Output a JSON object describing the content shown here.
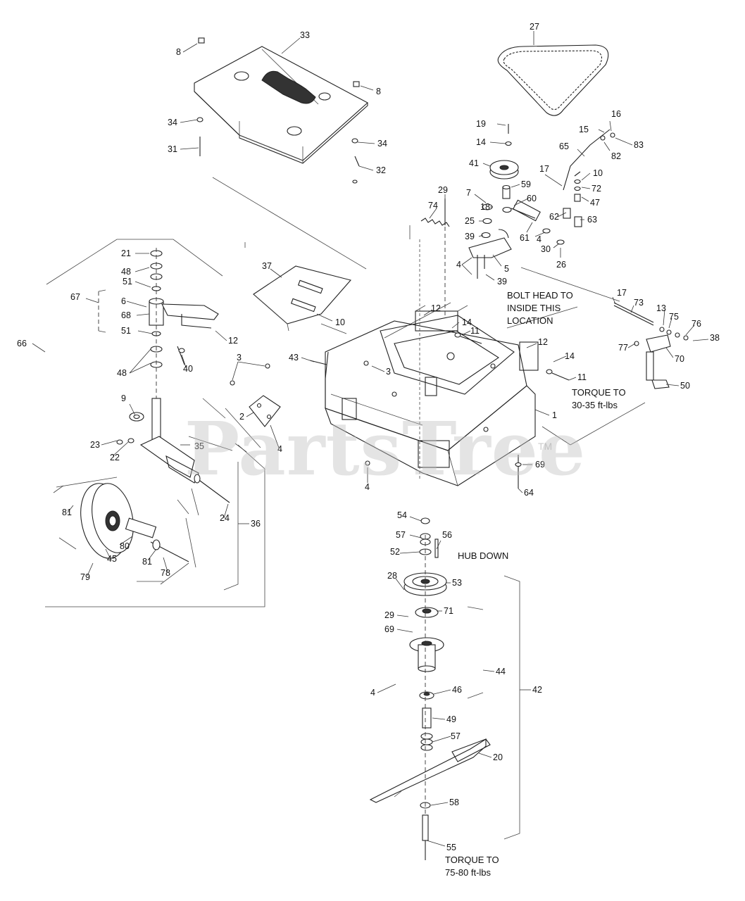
{
  "watermark": {
    "text": "PartsTree",
    "trademark": "TM"
  },
  "colors": {
    "line": "#222222",
    "text": "#111111",
    "watermark": "#bebebe"
  },
  "notes": {
    "bolt_head_line1": "BOLT HEAD TO",
    "bolt_head_line2": "INSIDE THIS",
    "bolt_head_line3": "LOCATION",
    "torque_deck_line1": "TORQUE TO",
    "torque_deck_line2": "30-35 ft-lbs",
    "hub_down": "HUB DOWN",
    "torque_blade_line1": "TORQUE TO",
    "torque_blade_line2": "75-80 ft-lbs"
  },
  "callouts": [
    {
      "id": "c-8a",
      "text": "8"
    },
    {
      "id": "c-33",
      "text": "33"
    },
    {
      "id": "c-8b",
      "text": "8"
    },
    {
      "id": "c-34a",
      "text": "34"
    },
    {
      "id": "c-31",
      "text": "31"
    },
    {
      "id": "c-34b",
      "text": "34"
    },
    {
      "id": "c-32",
      "text": "32"
    },
    {
      "id": "c-27",
      "text": "27"
    },
    {
      "id": "c-16",
      "text": "16"
    },
    {
      "id": "c-15",
      "text": "15"
    },
    {
      "id": "c-83",
      "text": "83"
    },
    {
      "id": "c-82",
      "text": "82"
    },
    {
      "id": "c-19",
      "text": "19"
    },
    {
      "id": "c-14a",
      "text": "14"
    },
    {
      "id": "c-65",
      "text": "65"
    },
    {
      "id": "c-41",
      "text": "41"
    },
    {
      "id": "c-17a",
      "text": "17"
    },
    {
      "id": "c-10a",
      "text": "10"
    },
    {
      "id": "c-72",
      "text": "72"
    },
    {
      "id": "c-29a",
      "text": "29"
    },
    {
      "id": "c-7",
      "text": "7"
    },
    {
      "id": "c-59",
      "text": "59"
    },
    {
      "id": "c-18",
      "text": "18"
    },
    {
      "id": "c-60",
      "text": "60"
    },
    {
      "id": "c-47",
      "text": "47"
    },
    {
      "id": "c-74",
      "text": "74"
    },
    {
      "id": "c-25",
      "text": "25"
    },
    {
      "id": "c-62",
      "text": "62"
    },
    {
      "id": "c-63",
      "text": "63"
    },
    {
      "id": "c-39a",
      "text": "39"
    },
    {
      "id": "c-61",
      "text": "61"
    },
    {
      "id": "c-4a",
      "text": "4"
    },
    {
      "id": "c-30",
      "text": "30"
    },
    {
      "id": "c-26",
      "text": "26"
    },
    {
      "id": "c-4b",
      "text": "4"
    },
    {
      "id": "c-5",
      "text": "5"
    },
    {
      "id": "c-39b",
      "text": "39"
    },
    {
      "id": "c-21",
      "text": "21"
    },
    {
      "id": "c-48a",
      "text": "48"
    },
    {
      "id": "c-51a",
      "text": "51"
    },
    {
      "id": "c-37",
      "text": "37"
    },
    {
      "id": "c-67",
      "text": "67"
    },
    {
      "id": "c-6",
      "text": "6"
    },
    {
      "id": "c-68",
      "text": "68"
    },
    {
      "id": "c-10b",
      "text": "10"
    },
    {
      "id": "c-17b",
      "text": "17"
    },
    {
      "id": "c-73",
      "text": "73"
    },
    {
      "id": "c-12a",
      "text": "12"
    },
    {
      "id": "c-14b",
      "text": "14"
    },
    {
      "id": "c-11a",
      "text": "11"
    },
    {
      "id": "c-13",
      "text": "13"
    },
    {
      "id": "c-75",
      "text": "75"
    },
    {
      "id": "c-76",
      "text": "76"
    },
    {
      "id": "c-38",
      "text": "38"
    },
    {
      "id": "c-51b",
      "text": "51"
    },
    {
      "id": "c-12b",
      "text": "12"
    },
    {
      "id": "c-66",
      "text": "66"
    },
    {
      "id": "c-77",
      "text": "77"
    },
    {
      "id": "c-70",
      "text": "70"
    },
    {
      "id": "c-43",
      "text": "43"
    },
    {
      "id": "c-12c",
      "text": "12"
    },
    {
      "id": "c-14c",
      "text": "14"
    },
    {
      "id": "c-48b",
      "text": "48"
    },
    {
      "id": "c-40",
      "text": "40"
    },
    {
      "id": "c-3a",
      "text": "3"
    },
    {
      "id": "c-3b",
      "text": "3"
    },
    {
      "id": "c-11b",
      "text": "11"
    },
    {
      "id": "c-50",
      "text": "50"
    },
    {
      "id": "c-9",
      "text": "9"
    },
    {
      "id": "c-2",
      "text": "2"
    },
    {
      "id": "c-1",
      "text": "1"
    },
    {
      "id": "c-23",
      "text": "23"
    },
    {
      "id": "c-22",
      "text": "22"
    },
    {
      "id": "c-4c",
      "text": "4"
    },
    {
      "id": "c-35",
      "text": "35"
    },
    {
      "id": "c-69a",
      "text": "69"
    },
    {
      "id": "c-4d",
      "text": "4"
    },
    {
      "id": "c-64",
      "text": "64"
    },
    {
      "id": "c-81a",
      "text": "81"
    },
    {
      "id": "c-24",
      "text": "24"
    },
    {
      "id": "c-54",
      "text": "54"
    },
    {
      "id": "c-36",
      "text": "36"
    },
    {
      "id": "c-57a",
      "text": "57"
    },
    {
      "id": "c-56",
      "text": "56"
    },
    {
      "id": "c-80",
      "text": "80"
    },
    {
      "id": "c-52",
      "text": "52"
    },
    {
      "id": "c-45",
      "text": "45"
    },
    {
      "id": "c-81b",
      "text": "81"
    },
    {
      "id": "c-78",
      "text": "78"
    },
    {
      "id": "c-79",
      "text": "79"
    },
    {
      "id": "c-28",
      "text": "28"
    },
    {
      "id": "c-53",
      "text": "53"
    },
    {
      "id": "c-71",
      "text": "71"
    },
    {
      "id": "c-29b",
      "text": "29"
    },
    {
      "id": "c-69b",
      "text": "69"
    },
    {
      "id": "c-44",
      "text": "44"
    },
    {
      "id": "c-4e",
      "text": "4"
    },
    {
      "id": "c-42",
      "text": "42"
    },
    {
      "id": "c-46",
      "text": "46"
    },
    {
      "id": "c-49",
      "text": "49"
    },
    {
      "id": "c-57b",
      "text": "57"
    },
    {
      "id": "c-20",
      "text": "20"
    },
    {
      "id": "c-58",
      "text": "58"
    },
    {
      "id": "c-55",
      "text": "55"
    }
  ]
}
